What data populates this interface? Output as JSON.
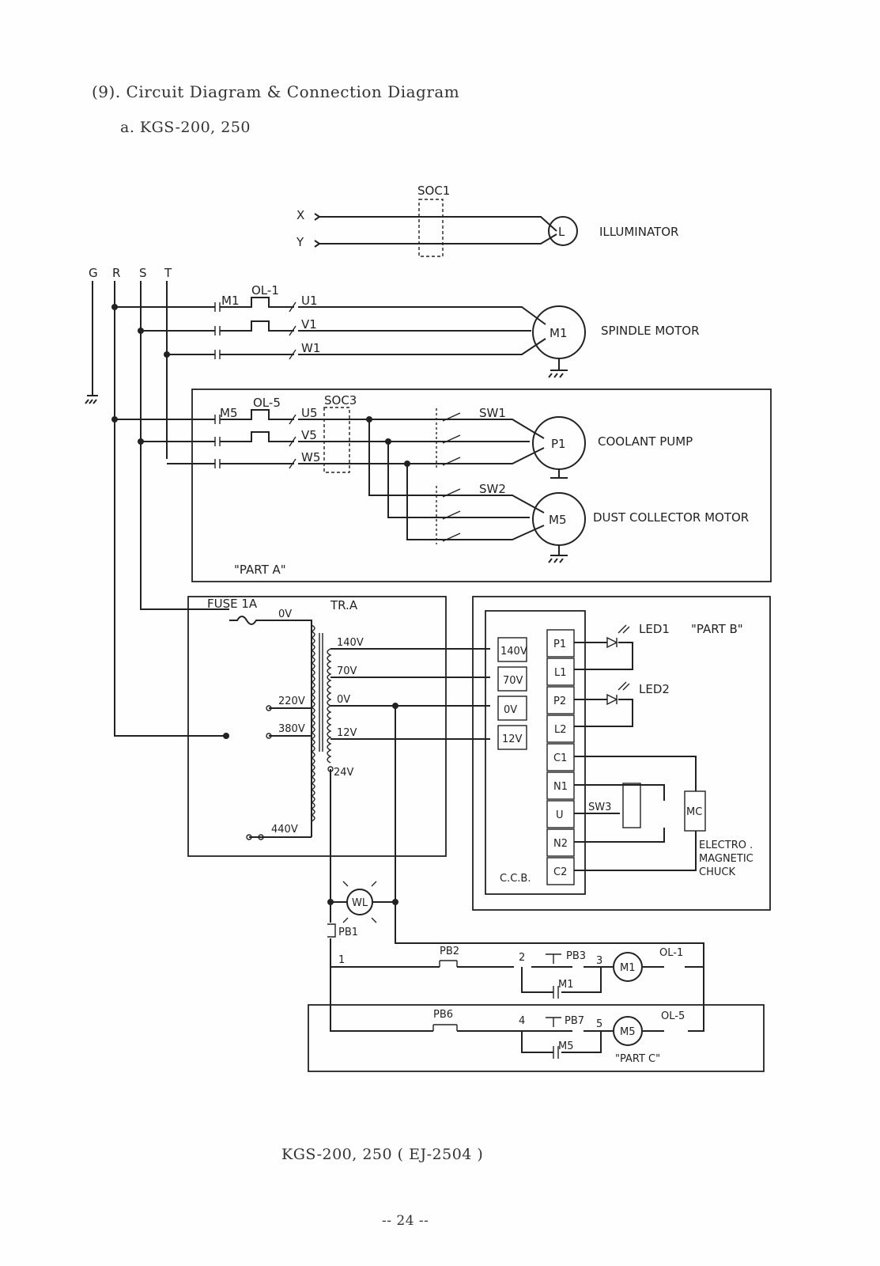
{
  "header": {
    "section_title": "(9). Circuit Diagram & Connection Diagram",
    "subtitle": "a. KGS-200, 250"
  },
  "footer": {
    "caption": "KGS-200, 250 ( EJ-2504 )",
    "page_number": "-- 24 --"
  },
  "diagram": {
    "lines": {
      "g": "G",
      "r": "R",
      "s": "S",
      "t": "T",
      "x": "X",
      "y": "Y"
    },
    "illuminator": {
      "socket": "SOC1",
      "lamp": "L",
      "label": "ILLUMINATOR"
    },
    "spindle": {
      "contactor": "M1",
      "overload": "OL-1",
      "u": "U1",
      "v": "V1",
      "w": "W1",
      "motor": "M1",
      "label": "SPINDLE MOTOR"
    },
    "part_a": {
      "name": "\"PART A\"",
      "contactor": "M5",
      "overload": "OL-5",
      "u": "U5",
      "v": "V5",
      "w": "W5",
      "socket": "SOC3",
      "switch1": "SW1",
      "switch2": "SW2",
      "pump": "P1",
      "pump_label": "COOLANT PUMP",
      "dust_motor": "M5",
      "dust_label": "DUST COLLECTOR MOTOR"
    },
    "transformer": {
      "fuse": "FUSE 1A",
      "name": "TR.A",
      "primary": [
        "0V",
        "220V",
        "380V",
        "440V"
      ],
      "secondary": [
        "140V",
        "70V",
        "0V",
        "12V",
        "24V"
      ]
    },
    "part_b": {
      "name": "\"PART B\"",
      "inputs": [
        "140V",
        "70V",
        "0V",
        "12V"
      ],
      "terminals": [
        "P1",
        "L1",
        "P2",
        "L2",
        "C1",
        "N1",
        "U",
        "N2",
        "C2"
      ],
      "ccb": "C.C.B.",
      "led1": "LED1",
      "led2": "LED2",
      "sw3": "SW3",
      "mc": "MC",
      "chuck": [
        "ELECTRO .",
        "MAGNETIC",
        "CHUCK"
      ]
    },
    "control": {
      "wl": "WL",
      "pb1": "PB1",
      "n1": "1",
      "pb2": "PB2",
      "n2": "2",
      "pb3": "PB3",
      "n3": "3",
      "m1_coil": "M1",
      "ol1": "OL-1",
      "m1_contact": "M1"
    },
    "part_c": {
      "name": "\"PART C\"",
      "pb6": "PB6",
      "n4": "4",
      "pb7": "PB7",
      "n5": "5",
      "m5_coil": "M5",
      "ol5": "OL-5",
      "m5_contact": "M5"
    }
  }
}
